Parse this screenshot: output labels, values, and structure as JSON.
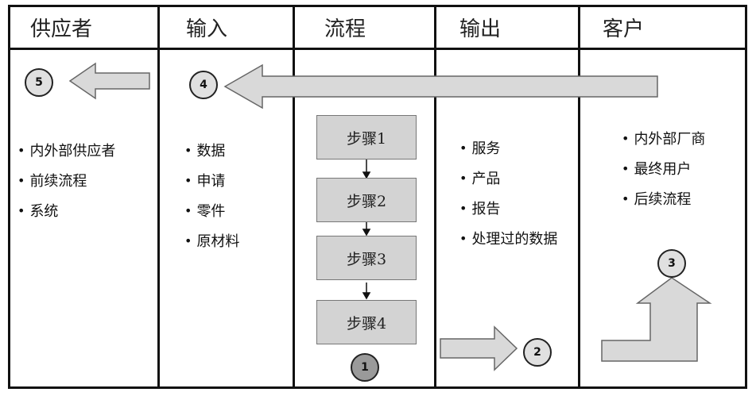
{
  "headers": [
    "供应者",
    "输入",
    "流程",
    "输出",
    "客户"
  ],
  "supplier_items": [
    "内外部供应者",
    "前续流程",
    "系统"
  ],
  "input_items": [
    "数据",
    "申请",
    "零件",
    "原材料"
  ],
  "steps": [
    "步骤1",
    "步骤2",
    "步骤3",
    "步骤4"
  ],
  "output_items": [
    "服务",
    "产品",
    "报告",
    "处理过的数据"
  ],
  "customer_items": [
    "内外部厂商",
    "最终用户",
    "后续流程"
  ],
  "badges": {
    "b1": "1",
    "b2": "2",
    "b3": "3",
    "b4": "4",
    "b5": "5"
  },
  "colors": {
    "line": "#111111",
    "box_fill": "#d3d3d3",
    "arrow_fill": "#d9d9d9",
    "arrow_stroke": "#666666"
  }
}
